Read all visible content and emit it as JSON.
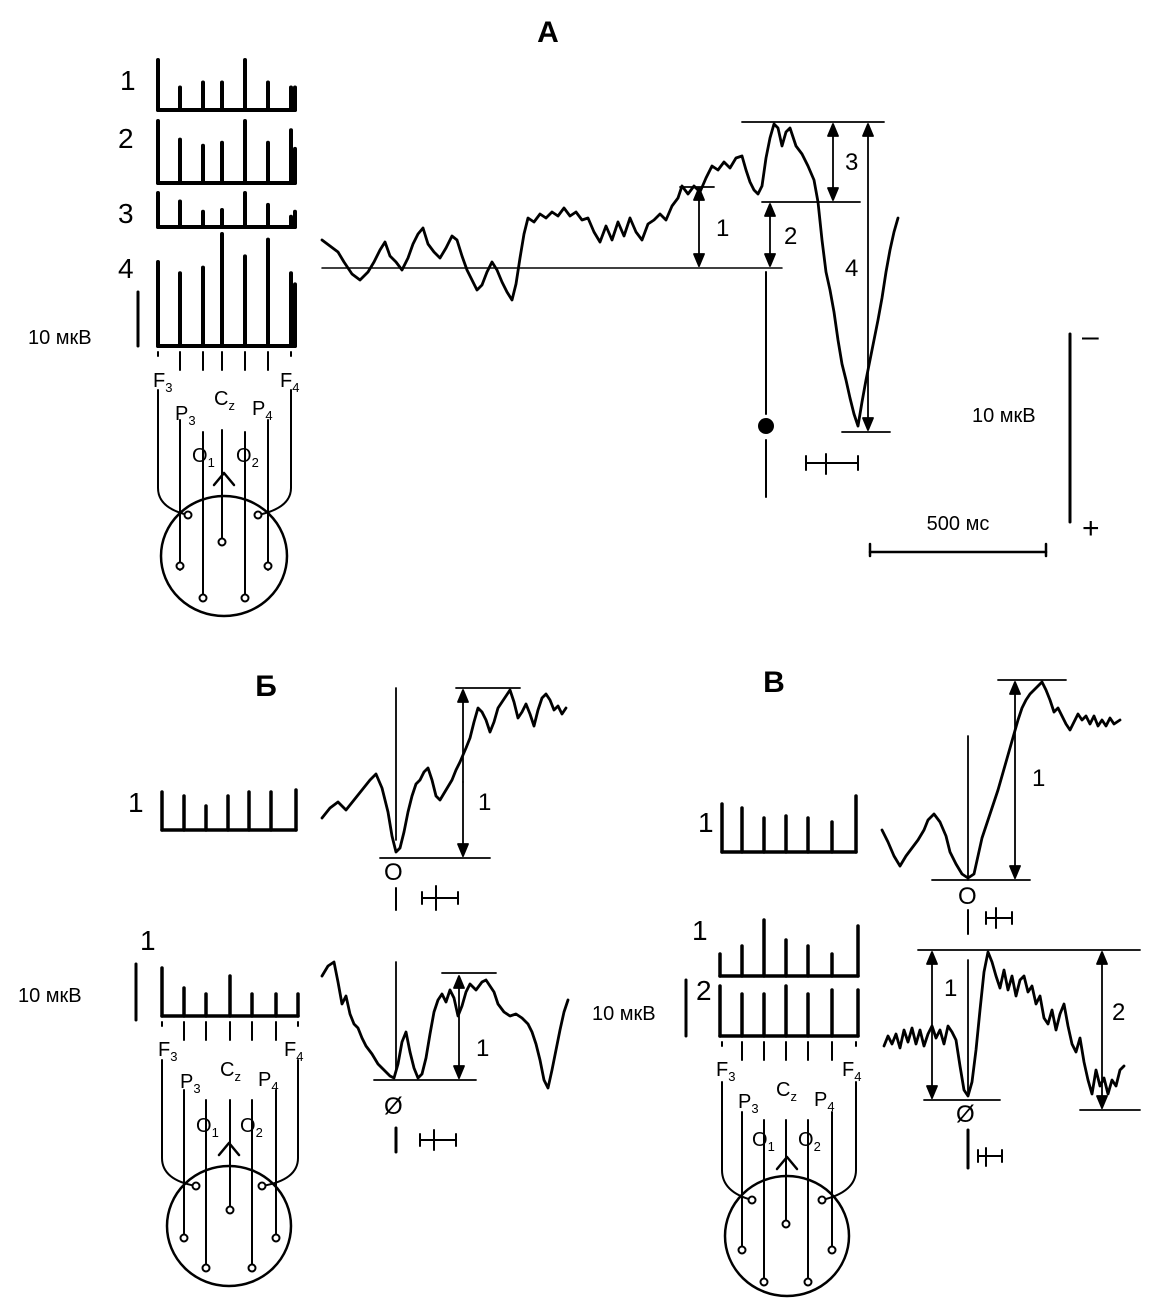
{
  "panels": {
    "A": {
      "title": "А",
      "row_labels": [
        "1",
        "2",
        "3",
        "4"
      ],
      "bar_levels": [
        [
          1.0,
          0.45,
          0.55,
          0.55,
          1.0,
          0.55,
          0.45,
          0.45
        ],
        [
          1.0,
          0.7,
          0.6,
          0.65,
          1.0,
          0.65,
          0.85,
          0.55
        ],
        [
          1.0,
          0.75,
          0.45,
          0.5,
          1.0,
          0.65,
          0.3,
          0.45
        ],
        [
          0.75,
          0.65,
          0.7,
          1.0,
          0.8,
          0.95,
          0.65,
          0.55
        ]
      ],
      "scale_left": "10 мкВ",
      "scale_right": "10 мкВ",
      "polarity_minus": "–",
      "polarity_plus": "+",
      "time_scale": "500 мс",
      "component_labels": [
        "1",
        "2",
        "3",
        "4"
      ]
    },
    "B": {
      "title": "Б",
      "row_labels": [
        "1",
        "1"
      ],
      "scale_label": "10 мкВ",
      "component_label_top": "1",
      "component_label_bottom": "1",
      "marker_top": "O",
      "marker_bottom": "Ø"
    },
    "V": {
      "title": "В",
      "row_labels": [
        "1",
        "1",
        "2"
      ],
      "scale_label": "10 мкВ",
      "component_label_top": "1",
      "component_label_bottom_1": "1",
      "component_label_bottom_2": "2",
      "marker_top": "O",
      "marker_bottom": "Ø"
    }
  },
  "electrodes": {
    "F3": {
      "base": "F",
      "sub": "3"
    },
    "F4": {
      "base": "F",
      "sub": "4"
    },
    "P3": {
      "base": "P",
      "sub": "3"
    },
    "P4": {
      "base": "P",
      "sub": "4"
    },
    "Cz": {
      "base": "C",
      "sub": "z"
    },
    "O1": {
      "base": "O",
      "sub": "1"
    },
    "O2": {
      "base": "O",
      "sub": "2"
    }
  }
}
